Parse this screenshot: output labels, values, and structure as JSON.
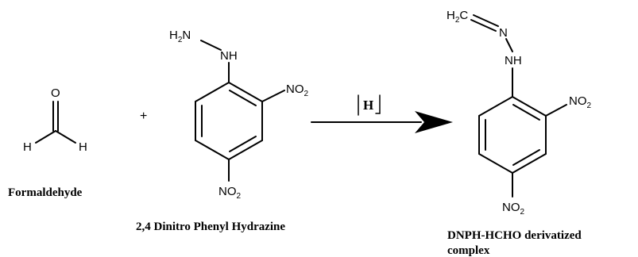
{
  "reactant1": {
    "atoms": {
      "oxygen": "O",
      "hydrogen_left": "H",
      "hydrogen_right": "H"
    },
    "caption": "Formaldehyde"
  },
  "plus_sign": "+",
  "reactant2": {
    "atoms": {
      "amine_h": "H",
      "amine_h_sub": "2",
      "amine_n": "N",
      "imine_nh": "NH",
      "nitro_right": "NO",
      "nitro_right_sub": "2",
      "nitro_bottom": "NO",
      "nitro_bottom_sub": "2"
    },
    "caption": "2,4 Dinitro Phenyl Hydrazine"
  },
  "reaction_condition": "H",
  "product": {
    "atoms": {
      "methylene_h": "H",
      "methylene_h_sub": "2",
      "methylene_c": "C",
      "imine_n": "N",
      "nh": "NH",
      "nitro_right": "NO",
      "nitro_right_sub": "2",
      "nitro_bottom": "NO",
      "nitro_bottom_sub": "2"
    },
    "caption_line1": "DNPH-HCHO derivatized",
    "caption_line2": "complex"
  }
}
